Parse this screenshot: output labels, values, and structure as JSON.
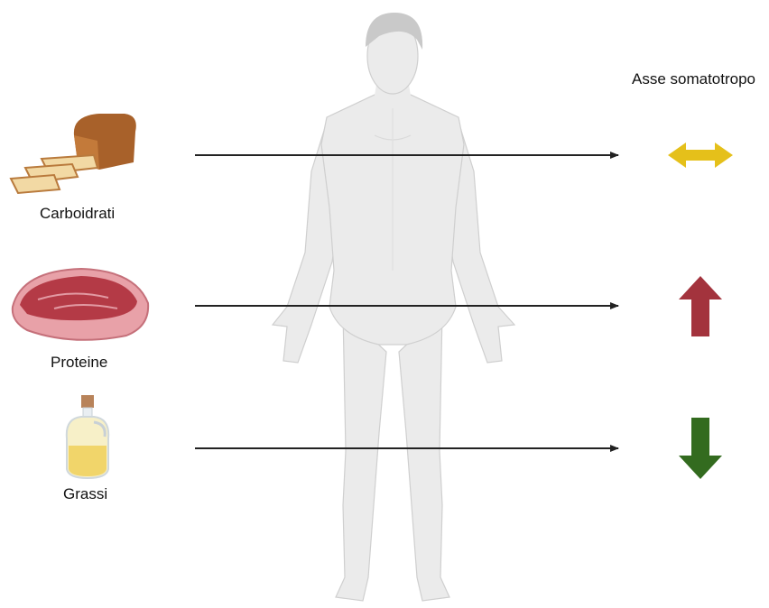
{
  "header": {
    "axis_label": "Asse somatotropo"
  },
  "nutrients": [
    {
      "label": "Carboidrati",
      "icon": "bread-icon",
      "effect": "unchanged",
      "effect_icon": "double-arrow-icon",
      "effect_color": "#E5C01A"
    },
    {
      "label": "Proteine",
      "icon": "meat-icon",
      "effect": "increase",
      "effect_icon": "up-arrow-icon",
      "effect_color": "#A3333D"
    },
    {
      "label": "Grassi",
      "icon": "oil-bottle-icon",
      "effect": "decrease",
      "effect_icon": "down-arrow-icon",
      "effect_color": "#336B1F"
    }
  ],
  "figure": {
    "icon": "human-body-icon",
    "color": "#EBEBEB"
  }
}
